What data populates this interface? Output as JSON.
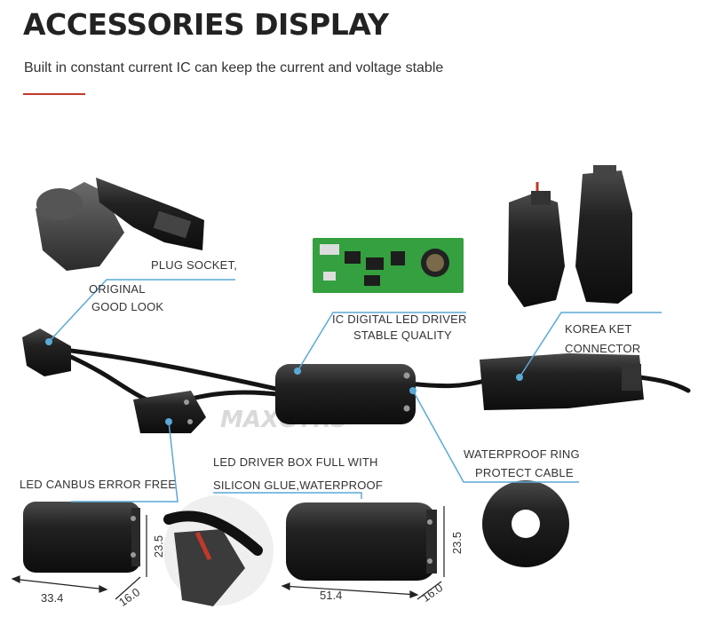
{
  "header": {
    "title": "ACCESSORIES DISPLAY",
    "subtitle": "Built in constant current IC can keep the current and voltage stable"
  },
  "colors": {
    "accent": "#c0392b",
    "callout": "#5aa9d6",
    "product": "#1b1b1b",
    "pcb": "#2f9e3a"
  },
  "watermark": "MAXGTRS",
  "callouts": {
    "plug_socket": "PLUG SOCKET,",
    "original": "ORIGINAL",
    "good_look": "GOOD LOOK",
    "ic_driver": "IC DIGITAL LED DRIVER",
    "stable_quality": "STABLE QUALITY",
    "korea_ket": "KOREA KET",
    "connector": "CONNECTOR",
    "waterproof_ring": "WATERPROOF RING",
    "protect_cable": "PROTECT CABLE",
    "driver_box": "LED DRIVER BOX  FULL WITH",
    "silicon_glue": "SILICON GLUE,WATERPROOF",
    "canbus": "LED CANBUS ERROR FREE"
  },
  "dimensions": {
    "small_length": "33.4",
    "small_width": "16.0",
    "small_height": "23.5",
    "large_length": "51.4",
    "large_width": "16.0",
    "large_height": "23.5"
  }
}
